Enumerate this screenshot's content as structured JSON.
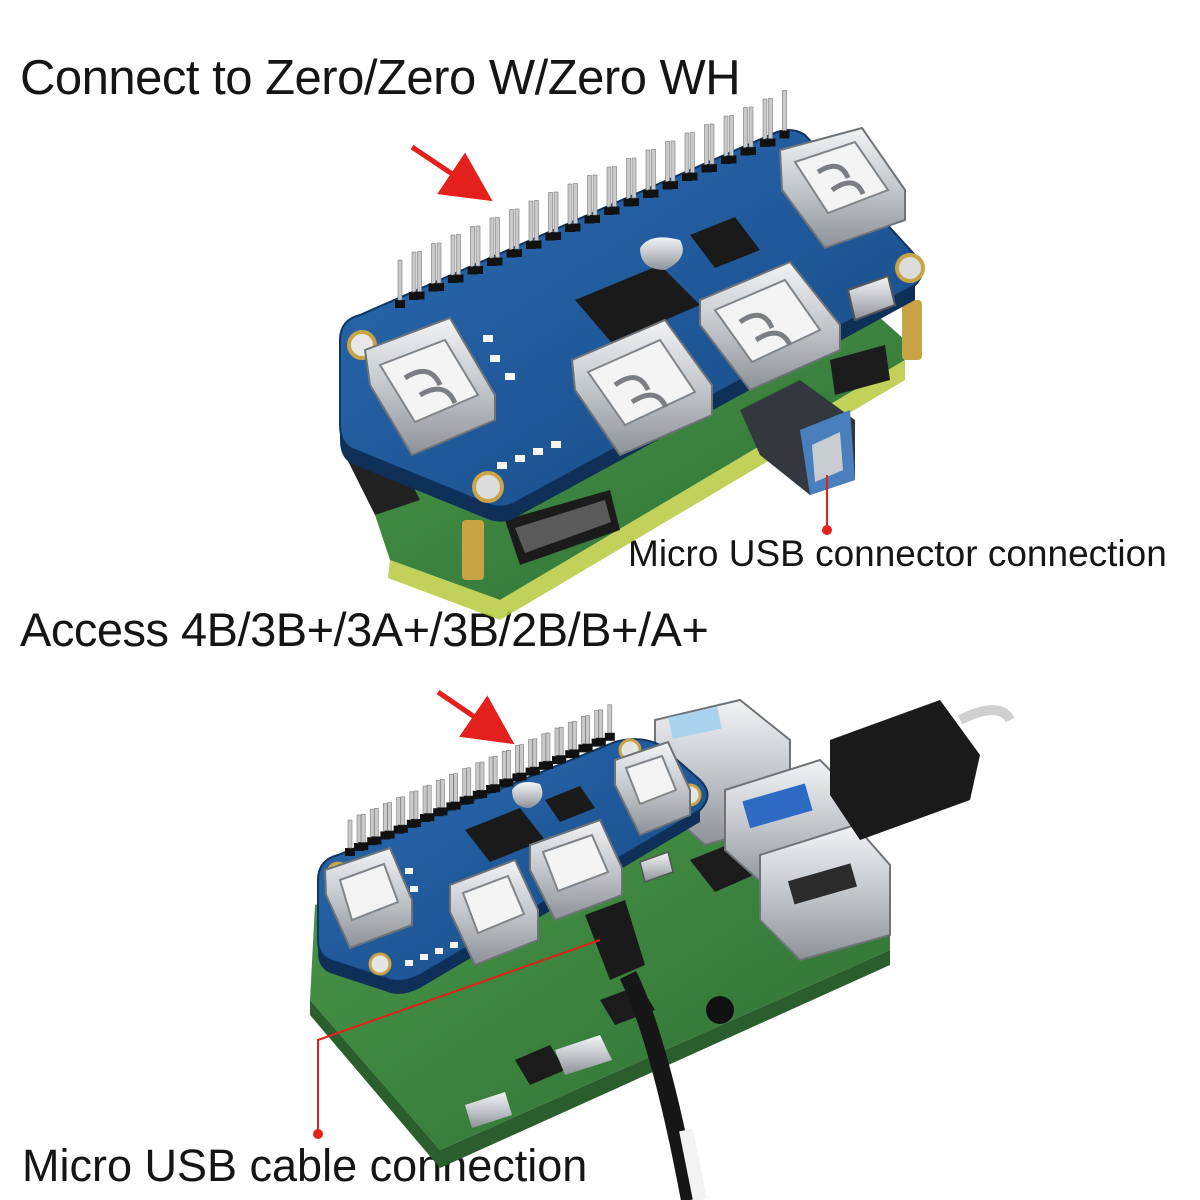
{
  "captions": {
    "top_title": "Connect to Zero/Zero W/Zero WH",
    "middle_title": "Access 4B/3B+/3A+/3B/2B/B+/A+",
    "connector_label": "Micro USB connector connection",
    "cable_label": "Micro USB cable connection"
  },
  "colors": {
    "hat_blue": "#1f5a9e",
    "pi_green": "#3c8a3f",
    "arrow_red": "#e3201b",
    "usb_metal": "#c9cdd2"
  },
  "icons": [
    "red-arrow-icon",
    "usb-port-icon",
    "gpio-header-icon"
  ]
}
